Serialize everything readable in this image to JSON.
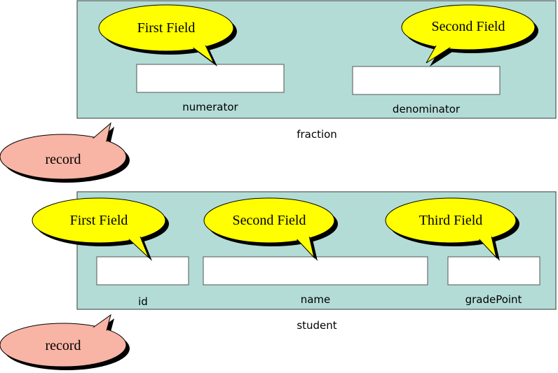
{
  "colors": {
    "panel_fill": "#b3dcd6",
    "panel_stroke": "#3a3a3a",
    "callout_field": "#ffff00",
    "callout_record": "#f8b4a4",
    "field_box": "#ffffff",
    "shadow": "#000000"
  },
  "records": [
    {
      "name": "fraction",
      "callout": "record",
      "fields": [
        {
          "label": "numerator",
          "callout": "First Field"
        },
        {
          "label": "denominator",
          "callout": "Second Field"
        }
      ]
    },
    {
      "name": "student",
      "callout": "record",
      "fields": [
        {
          "label": "id",
          "callout": "First Field"
        },
        {
          "label": "name",
          "callout": "Second Field"
        },
        {
          "label": "gradePoint",
          "callout": "Third Field"
        }
      ]
    }
  ]
}
